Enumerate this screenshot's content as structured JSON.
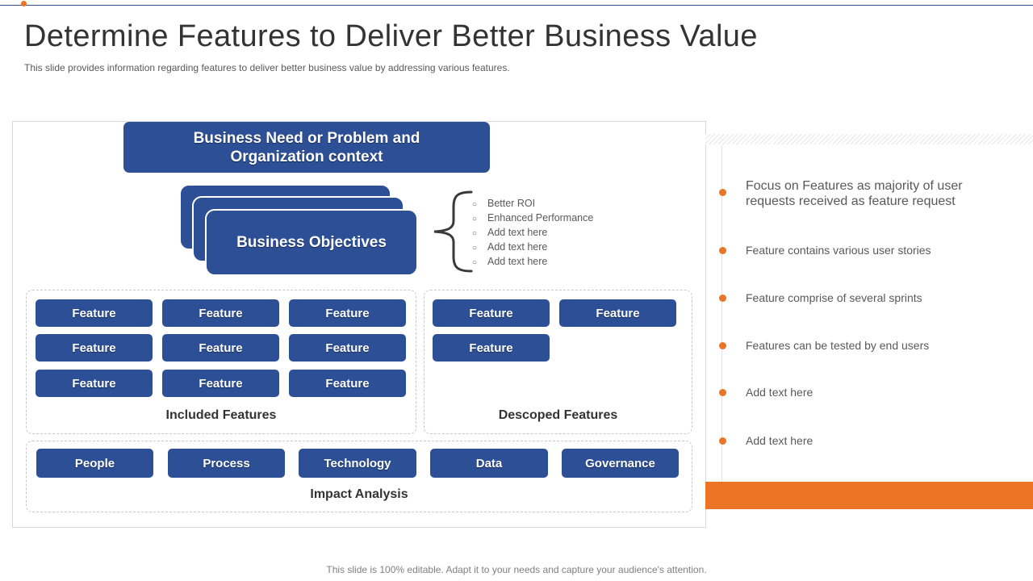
{
  "slide": {
    "title": "Determine Features to Deliver Better Business Value",
    "subtitle": "This slide provides  information  regarding  features to deliver  better business value  by addressing  various features."
  },
  "diagram": {
    "need_box": "Business Need or Problem and\nOrganization context",
    "objectives_box": "Business Objectives",
    "objectives_list": [
      "Better ROI",
      "Enhanced Performance",
      "Add text here",
      "Add text here",
      "Add text here"
    ],
    "included_features": {
      "items": [
        "Feature",
        "Feature",
        "Feature",
        "Feature",
        "Feature",
        "Feature",
        "Feature",
        "Feature",
        "Feature"
      ],
      "label": "Included Features"
    },
    "descoped_features": {
      "items": [
        "Feature",
        "Feature",
        "Feature"
      ],
      "label": "Descoped Features"
    },
    "impact_analysis": {
      "items": [
        "People",
        "Process",
        "Technology",
        "Data",
        "Governance"
      ],
      "label": "Impact Analysis"
    }
  },
  "side_points": [
    "Focus on Features as majority of user\nrequests received as feature request",
    "Feature contains various user stories",
    "Feature comprise of several sprints",
    "Features can be tested by end users",
    "Add text here",
    "Add text here"
  ],
  "footer": "This slide is 100% editable. Adapt it to your needs and capture your audience's attention.",
  "colors": {
    "primary_blue": "#2c4f96",
    "accent_orange": "#ec7425",
    "title_text": "#333333",
    "body_text": "#595959"
  }
}
